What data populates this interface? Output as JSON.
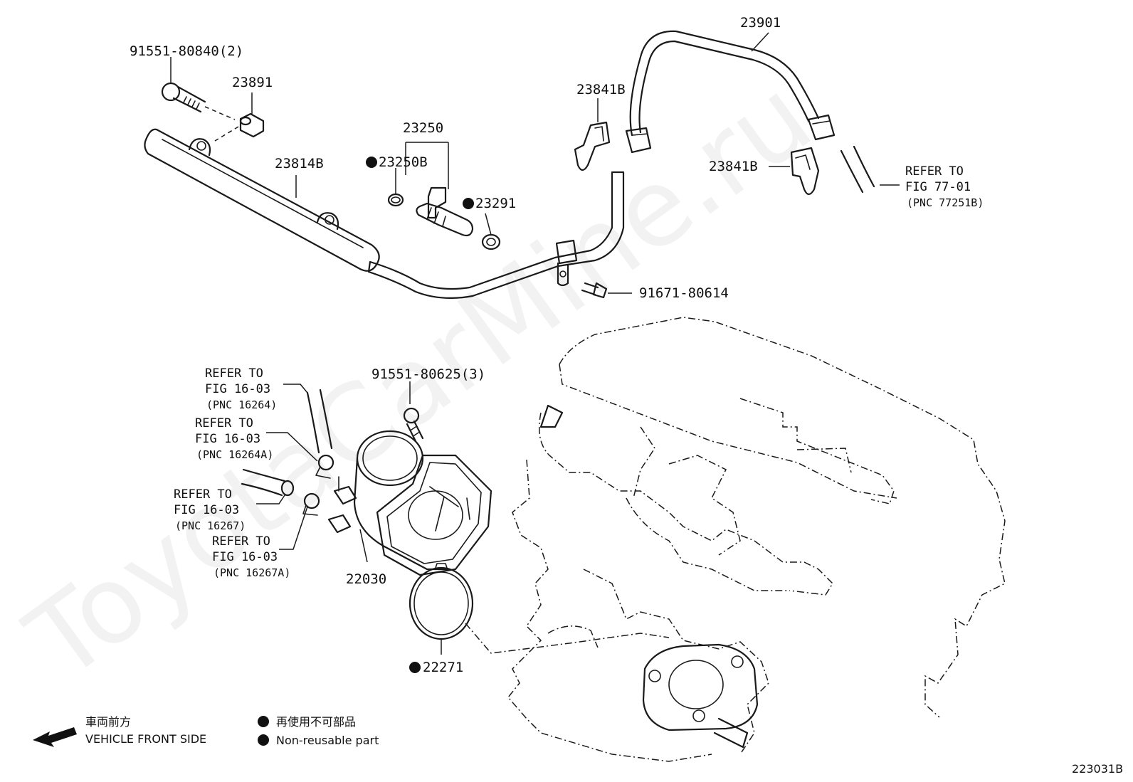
{
  "watermark": "ToyotaCarMine.ru",
  "part_numbers": {
    "bolt_top": "91551-80840(2)",
    "p23891": "23891",
    "p23814b": "23814B",
    "p23250": "23250",
    "p23250b": "23250B",
    "p23291": "23291",
    "p23841b_a": "23841B",
    "p23841b_b": "23841B",
    "p23901": "23901",
    "bolt_mid": "91671-80614",
    "bolt_tb": "91551-80625(3)",
    "p22030": "22030",
    "p22271": "22271"
  },
  "references": {
    "r7701": {
      "line1": "REFER TO",
      "line2": "FIG 77-01",
      "line3": "(PNC 77251B)"
    },
    "r16264": {
      "line1": "REFER TO",
      "line2": "FIG 16-03",
      "line3": "(PNC 16264)"
    },
    "r16264a": {
      "line1": "REFER TO",
      "line2": "FIG 16-03",
      "line3": "(PNC 16264A)"
    },
    "r16267": {
      "line1": "REFER TO",
      "line2": "FIG 16-03",
      "line3": "(PNC 16267)"
    },
    "r16267a": {
      "line1": "REFER TO",
      "line2": "FIG 16-03",
      "line3": "(PNC 16267A)"
    }
  },
  "legend": {
    "front_jp": "車両前方",
    "front_en": "VEHICLE FRONT SIDE",
    "nonreuse_jp": "再使用不可部品",
    "nonreuse_en": "Non-reusable part"
  },
  "figure_id": "223031B"
}
